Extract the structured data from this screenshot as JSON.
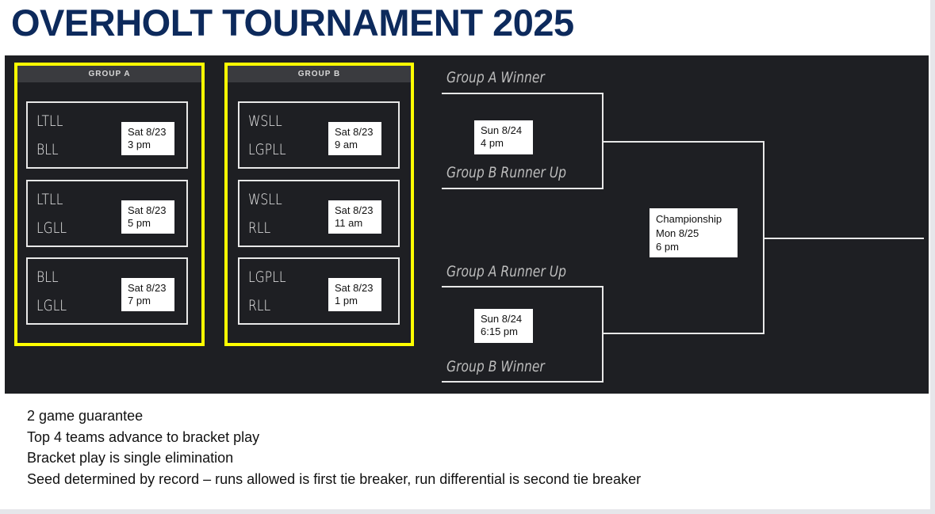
{
  "title": "OVERHOLT TOURNAMENT 2025",
  "groups": [
    {
      "name": "GROUP A",
      "matches": [
        {
          "team1": "LTLL",
          "team2": "BLL",
          "date": "Sat 8/23",
          "time": "3 pm"
        },
        {
          "team1": "LTLL",
          "team2": "LGLL",
          "date": "Sat 8/23",
          "time": "5 pm"
        },
        {
          "team1": "BLL",
          "team2": "LGLL",
          "date": "Sat 8/23",
          "time": "7 pm"
        }
      ]
    },
    {
      "name": "GROUP B",
      "matches": [
        {
          "team1": "WSLL",
          "team2": "LGPLL",
          "date": "Sat 8/23",
          "time": "9 am"
        },
        {
          "team1": "WSLL",
          "team2": "RLL",
          "date": "Sat 8/23",
          "time": "11 am"
        },
        {
          "team1": "LGPLL",
          "team2": "RLL",
          "date": "Sat 8/23",
          "time": "1 pm"
        }
      ]
    }
  ],
  "bracket": {
    "semi1": {
      "top": "Group A Winner",
      "bottom": "Group B Runner Up",
      "date": "Sun 8/24",
      "time": "4 pm"
    },
    "semi2": {
      "top": "Group A Runner Up",
      "bottom": "Group B Winner",
      "date": "Sun 8/24",
      "time": "6:15 pm"
    },
    "final": {
      "label": "Championship",
      "date": "Mon 8/25",
      "time": "6 pm"
    }
  },
  "notes": [
    "2 game guarantee",
    "Top 4 teams advance to bracket play",
    "Bracket play is single elimination",
    "Seed determined by record – runs allowed is first tie breaker, run differential is second tie breaker"
  ],
  "colors": {
    "title": "#0d2a5c",
    "panel": "#1e1f23",
    "highlight": "#ffff00"
  }
}
